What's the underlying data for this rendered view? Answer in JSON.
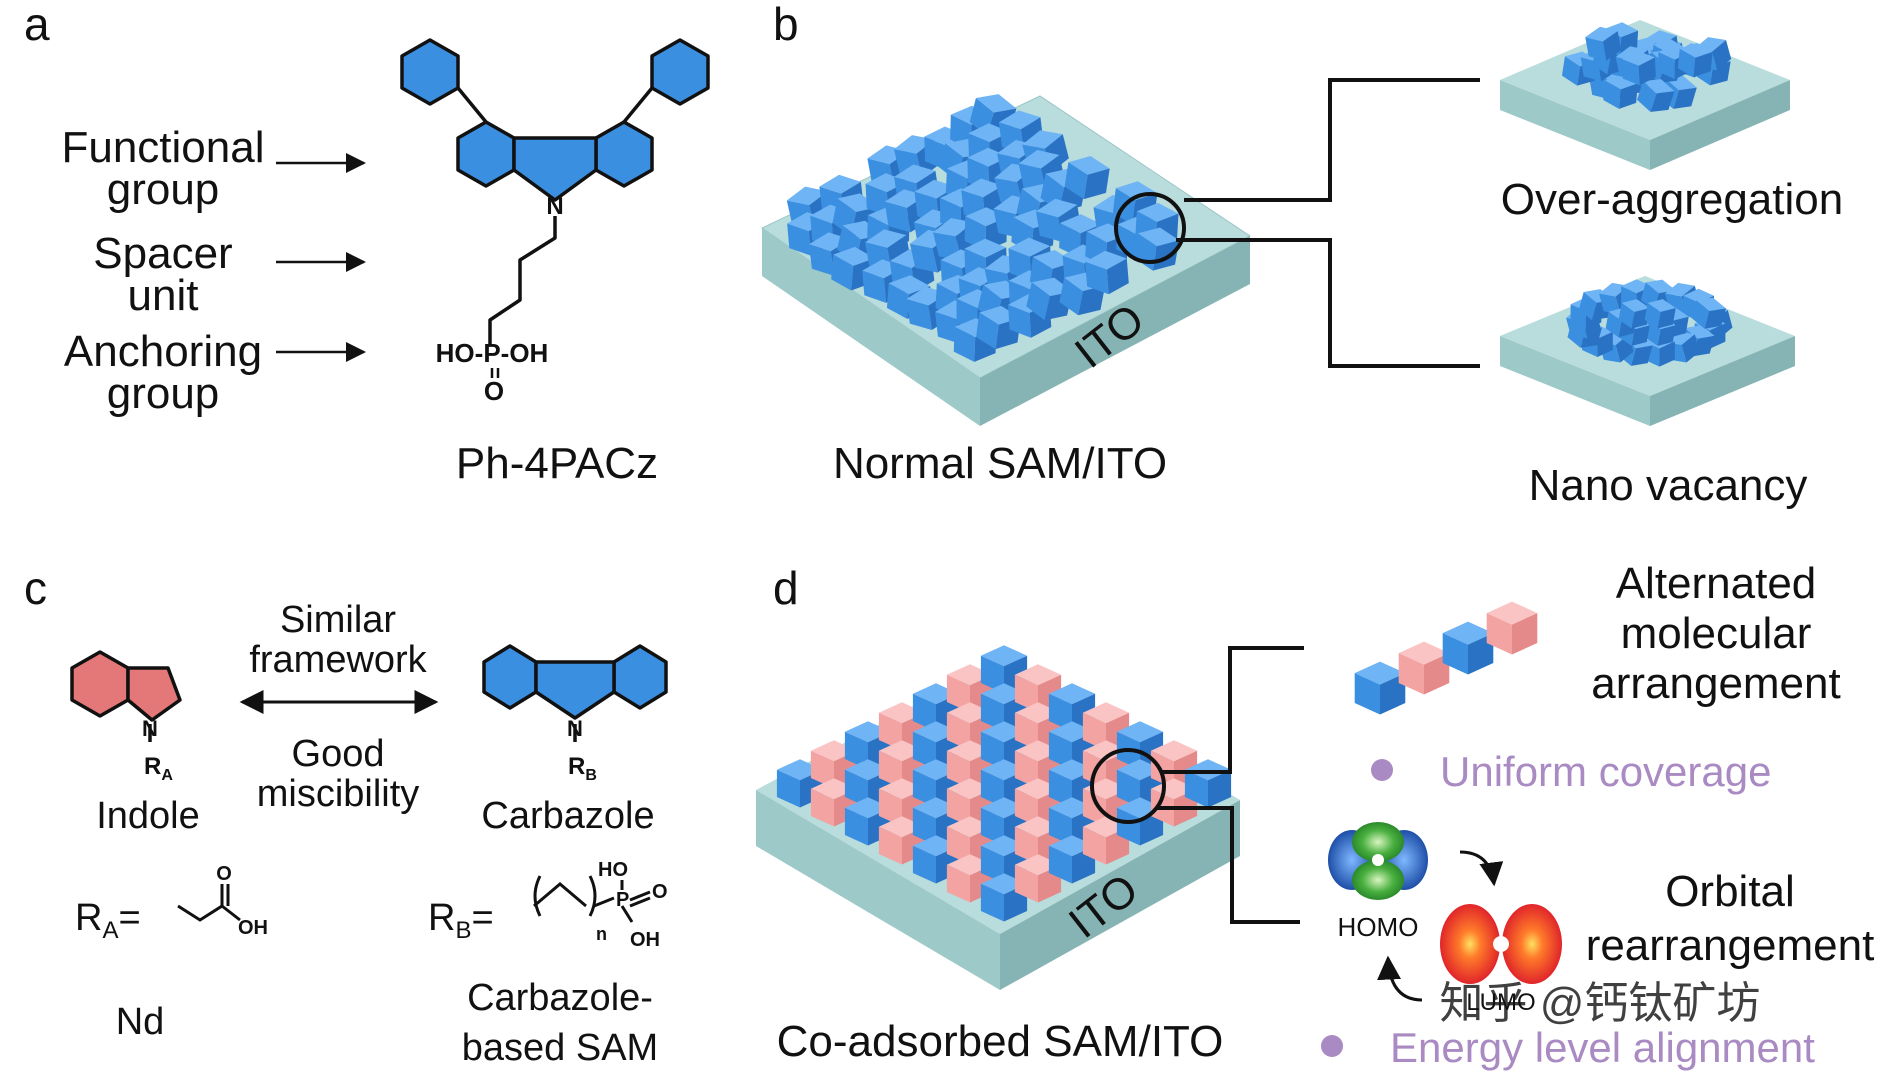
{
  "panels": {
    "a": {
      "letter": "a",
      "arrow_labels": [
        [
          "Functional",
          "group"
        ],
        [
          "Spacer",
          "unit"
        ],
        [
          "Anchoring",
          "group"
        ]
      ],
      "atom_N": "N",
      "phosphonic": {
        "left": "HO-P-OH",
        "bottom": "O"
      },
      "molecule_name": "Ph-4PACz"
    },
    "b": {
      "letter": "b",
      "substrate_label": "ITO",
      "caption": "Normal SAM/ITO",
      "outcomes": [
        "Over-aggregation",
        "Nano vacancy"
      ]
    },
    "c": {
      "letter": "c",
      "relation_top": [
        "Similar",
        "framework"
      ],
      "relation_bottom": [
        "Good",
        "miscibility"
      ],
      "indole": {
        "atom": "N",
        "sub": "R",
        "sub_index": "A",
        "name": "Indole"
      },
      "carbazole": {
        "atom": "N",
        "sub": "R",
        "sub_index": "B",
        "name": "Carbazole"
      },
      "ra": {
        "label": "R",
        "index": "A",
        "eq": "=",
        "O": "O",
        "OH": "OH"
      },
      "rb": {
        "label": "R",
        "index": "B",
        "eq": "=",
        "HO": "HO",
        "P": "P",
        "O": "O",
        "OH": "OH",
        "n": "n"
      },
      "ra_name": "Nd",
      "rb_name": [
        "Carbazole-",
        "based SAM"
      ]
    },
    "d": {
      "letter": "d",
      "substrate_label": "ITO",
      "caption": "Co-adsorbed SAM/ITO",
      "arrangement_label": [
        "Alternated",
        "molecular",
        "arrangement"
      ],
      "bullet_1": "Uniform coverage",
      "homo": "HOMO",
      "lumo": "LUMO",
      "orbital_label": [
        "Orbital",
        "rearrangement"
      ],
      "bullet_2": "Energy level alignment",
      "watermark": "知乎 @钙钛矿坊"
    }
  },
  "colors": {
    "blue": "#3b8fe0",
    "pink": "#f4a3a3",
    "substrate_top": "#b9dcdc",
    "substrate_side": "#8fbcbc",
    "purple_text": "#a98ac2",
    "indole_fill": "#e47878"
  }
}
